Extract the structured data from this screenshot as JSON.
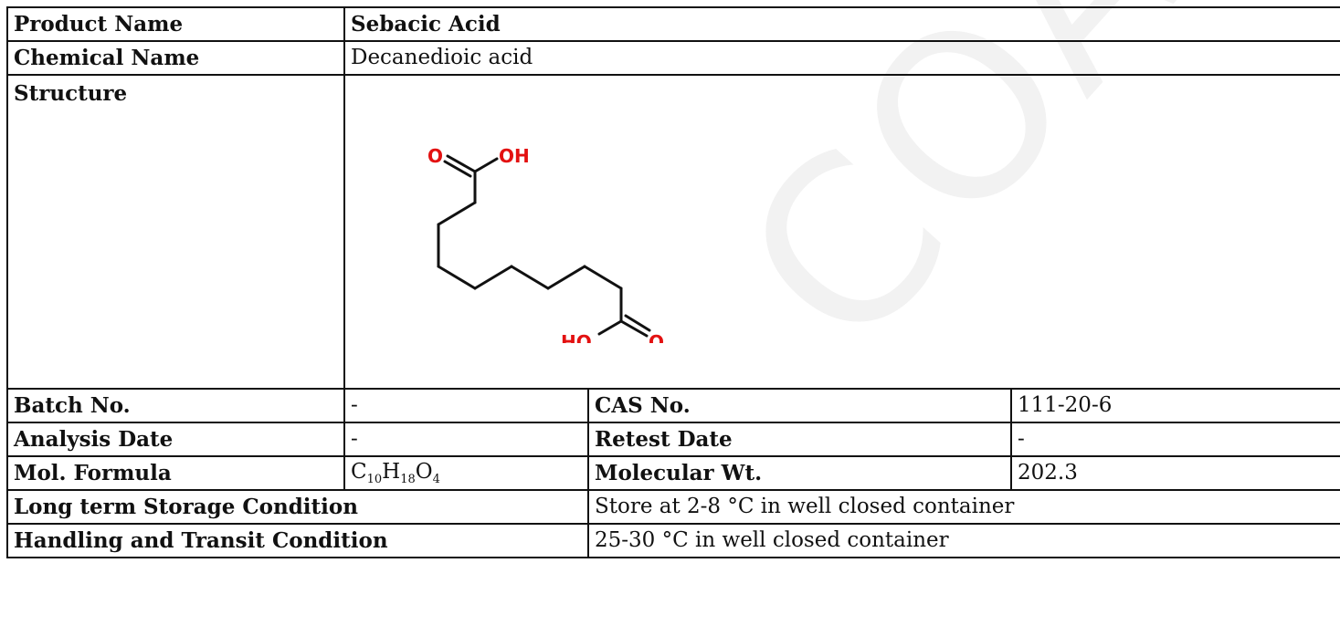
{
  "watermark": "COA",
  "product": {
    "label": "Product Name",
    "value": "Sebacic Acid"
  },
  "chemical": {
    "label": "Chemical Name",
    "value": "Decanedioic acid"
  },
  "structure": {
    "label": "Structure",
    "atoms": {
      "o_top": "O",
      "oh_top": "OH",
      "ho_bottom": "HO",
      "o_bottom": "O"
    }
  },
  "batch": {
    "label": "Batch No.",
    "value": "-"
  },
  "cas": {
    "label": "CAS No.",
    "value": "111-20-6"
  },
  "analysis": {
    "label": "Analysis Date",
    "value": "-"
  },
  "retest": {
    "label": "Retest Date",
    "value": "-"
  },
  "formula": {
    "label": "Mol. Formula",
    "c": "C",
    "c_n": "10",
    "h": "H",
    "h_n": "18",
    "o": "O",
    "o_n": "4"
  },
  "mw": {
    "label": "Molecular Wt.",
    "value": "202.3"
  },
  "storage": {
    "label": "Long term Storage Condition",
    "value": "Store at 2-8 °C in well closed container"
  },
  "handling": {
    "label": "Handling and Transit Condition",
    "value": "25-30 °C in well closed container"
  }
}
